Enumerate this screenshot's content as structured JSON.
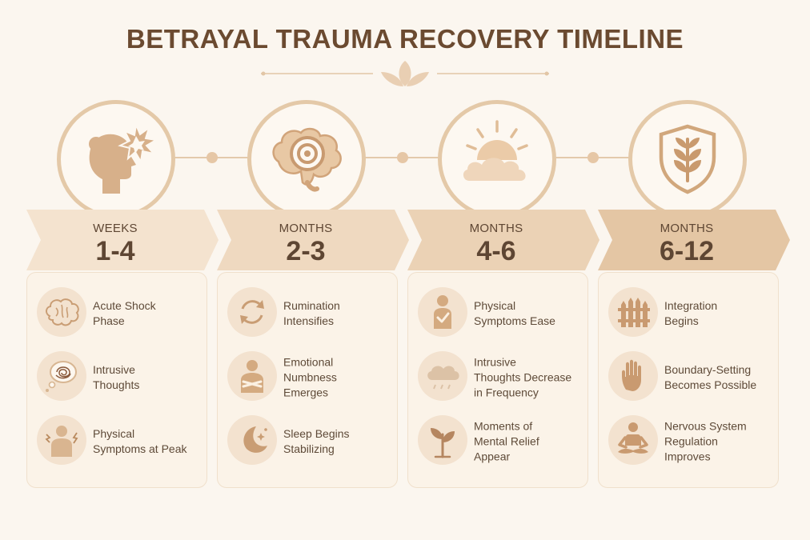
{
  "title": "BETRAYAL TRAUMA RECOVERY TIMELINE",
  "colors": {
    "accent": "#e4c9a8",
    "icon": "#d4ac85",
    "text": "#5e4633",
    "background": "#fbf6ef"
  },
  "stages": [
    {
      "unit": "WEEKS",
      "range": "1-4",
      "icon": "head-shock-icon",
      "items": [
        {
          "label": "Acute Shock\nPhase",
          "icon": "brain-icon"
        },
        {
          "label": "Intrusive\nThoughts",
          "icon": "thought-bubble-icon"
        },
        {
          "label": "Physical\nSymptoms at Peak",
          "icon": "body-pain-icon"
        }
      ]
    },
    {
      "unit": "MONTHS",
      "range": "2-3",
      "icon": "brain-target-icon",
      "items": [
        {
          "label": "Rumination\nIntensifies",
          "icon": "cycle-arrows-icon"
        },
        {
          "label": "Emotional\nNumbness\nEmerges",
          "icon": "crossed-arms-person-icon"
        },
        {
          "label": "Sleep Begins\nStabilizing",
          "icon": "moon-stars-icon"
        }
      ]
    },
    {
      "unit": "MONTHS",
      "range": "4-6",
      "icon": "sun-cloud-icon",
      "items": [
        {
          "label": "Physical\nSymptoms Ease",
          "icon": "person-check-icon"
        },
        {
          "label": "Intrusive\nThoughts Decrease\nin Frequency",
          "icon": "rain-cloud-icon"
        },
        {
          "label": "Moments of\nMental Relief\nAppear",
          "icon": "sprout-icon"
        }
      ]
    },
    {
      "unit": "MONTHS",
      "range": "6-12",
      "icon": "shield-leaf-icon",
      "items": [
        {
          "label": "Integration\nBegins",
          "icon": "fence-icon"
        },
        {
          "label": "Boundary-Setting\nBecomes Possible",
          "icon": "hand-stop-icon"
        },
        {
          "label": "Nervous System\nRegulation\nImproves",
          "icon": "meditation-icon"
        }
      ]
    }
  ]
}
